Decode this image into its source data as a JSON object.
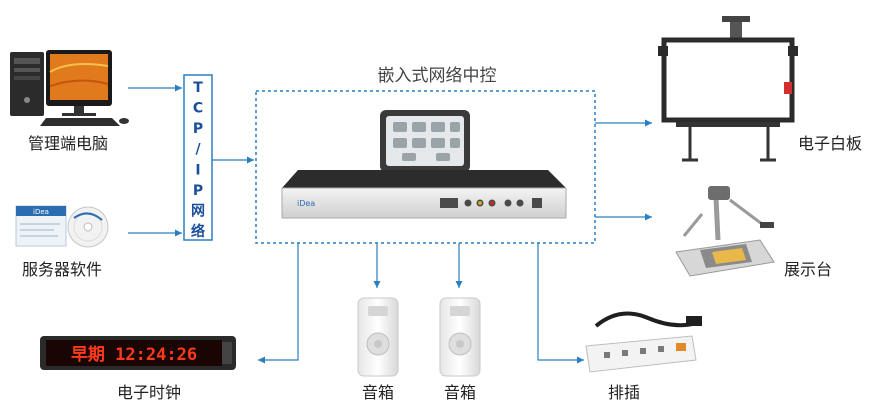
{
  "title": "嵌入式网络中控",
  "bus_label": "TCP/IP网络",
  "nodes": {
    "pc": "管理端电脑",
    "software": "服务器软件",
    "whiteboard": "电子白板",
    "presenter": "展示台",
    "clock": "电子时钟",
    "speaker1": "音箱",
    "speaker2": "音箱",
    "power_strip": "排插"
  },
  "clock_display": "早期 12:24:26",
  "software_brand": "iDea",
  "controller_brand": "iDea",
  "colors": {
    "connector": "#2a7fc1",
    "bus_border": "#2a7fc1",
    "bus_text": "#1b4f9a",
    "led": "#ff3a1a"
  }
}
